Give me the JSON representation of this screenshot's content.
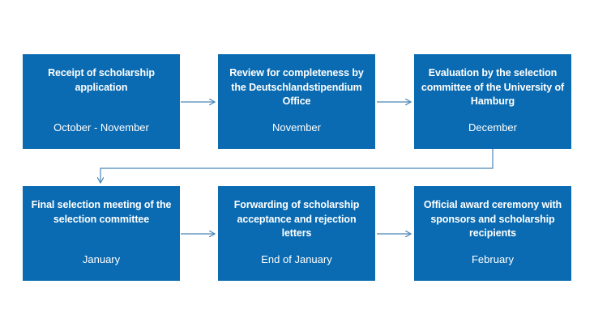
{
  "flow": {
    "accent_color": "#0a6bb2",
    "connector_color": "#4a86b8",
    "steps": [
      {
        "title": "Receipt of scholarship application",
        "date": "October - November"
      },
      {
        "title": "Review for completeness by the Deutschlandstipendium Office",
        "date": "November"
      },
      {
        "title": "Evaluation by the selection committee of the University of Hamburg",
        "date": "December"
      },
      {
        "title": "Final selection meeting of the selection committee",
        "date": "January"
      },
      {
        "title": "Forwarding of scholarship acceptance and rejection letters",
        "date": "End of January"
      },
      {
        "title": "Official award ceremony with sponsors and scholarship recipients",
        "date": "February"
      }
    ]
  }
}
